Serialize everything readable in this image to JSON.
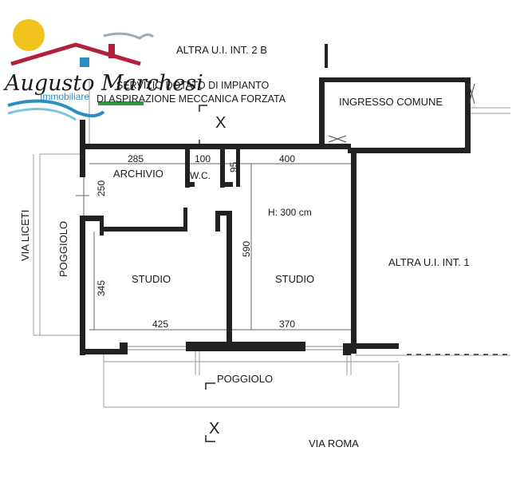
{
  "logo": {
    "name": "Augusto Marchesi",
    "subtitle": "Immobiliare",
    "colors": {
      "sun": "#f2c21c",
      "roof": "#b3203a",
      "wave": "#2a8fbf",
      "accent": "#2e9a3e"
    }
  },
  "labels": {
    "unit_2b": "ALTRA U.I. INT. 2 B",
    "service_line1": "SERVIZIO DOTATO DI IMPIANTO",
    "service_line2": "DI ASPIRAZIONE MECCANICA FORZATA",
    "ingresso": "INGRESSO COMUNE",
    "archivio": "ARCHIVIO",
    "wc": "W.C.",
    "height": "H: 300 cm",
    "studio_left": "STUDIO",
    "studio_right": "STUDIO",
    "unit_1": "ALTRA U.I. INT. 1",
    "poggiolo_side": "POGGIOLO",
    "poggiolo_bottom": "POGGIOLO",
    "via_liceti": "VIA LICETI",
    "via_roma": "VIA ROMA",
    "section_mark_top": "X",
    "section_mark_bottom": "X"
  },
  "dimensions": {
    "d285": "285",
    "d100": "100",
    "d95": "95",
    "d400": "400",
    "d250": "250",
    "d590": "590",
    "d345": "345",
    "d425": "425",
    "d370": "370"
  }
}
